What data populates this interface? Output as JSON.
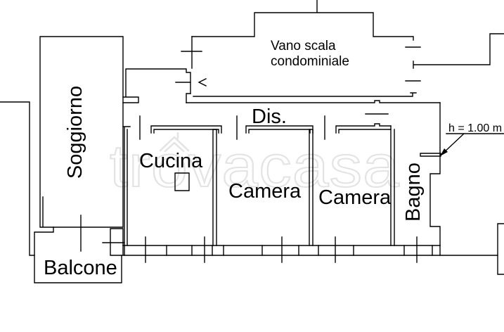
{
  "plan": {
    "type": "apartment-floor-plan",
    "labels": {
      "vano_scala_line1": "Vano scala",
      "vano_scala_line2": "condominiale",
      "dis": "Dis.",
      "cucina": "Cucina",
      "camera1": "Camera",
      "camera2": "Camera",
      "bagno": "Bagno",
      "soggiorno": "Soggiorno",
      "balcone": "Balcone",
      "height_note": "h = 1.00 m"
    }
  },
  "watermark": {
    "text": "trovacasa"
  },
  "colors": {
    "line": "#000000",
    "background": "#ffffff",
    "watermark": "#e3e3e3"
  }
}
